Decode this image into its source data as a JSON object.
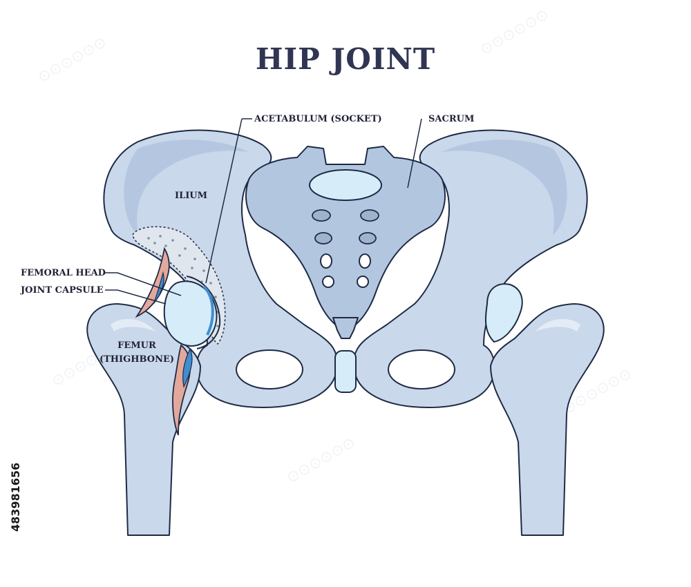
{
  "title": "HIP JOINT",
  "labels": {
    "acetabulum": "ACETABULUM (SOCKET)",
    "sacrum": "SACRUM",
    "ilium": "ILIUM",
    "femoral_head": "FEMORAL HEAD",
    "joint_capsule": "JOINT CAPSULE",
    "femur_line1": "FEMUR",
    "femur_line2": "(THIGHBONE)"
  },
  "side_id": "483981656",
  "colors": {
    "bone": "#c9d8ea",
    "outline": "#1e2a44",
    "cartilage": "#d6ecf8",
    "capsule": "#e3a89c",
    "fluid": "#3f8ed0",
    "title": "#2f3552"
  }
}
